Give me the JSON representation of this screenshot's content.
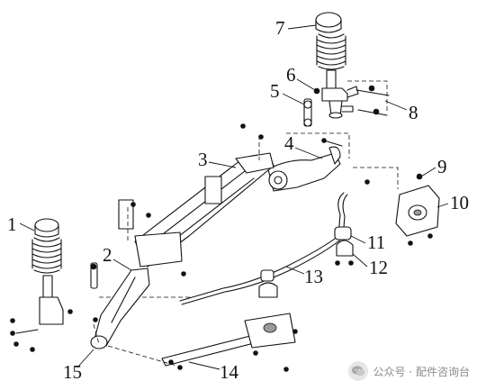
{
  "diagram": {
    "callouts": [
      "1",
      "2",
      "3",
      "4",
      "5",
      "6",
      "7",
      "8",
      "9",
      "10",
      "11",
      "12",
      "13",
      "14",
      "15"
    ]
  },
  "watermark": {
    "text": "公众号 · 配件咨询台",
    "icon": "wechat-bubble-icon"
  },
  "colors": {
    "line": "#111111",
    "background": "#ffffff",
    "watermark": "#8c8c8c"
  }
}
